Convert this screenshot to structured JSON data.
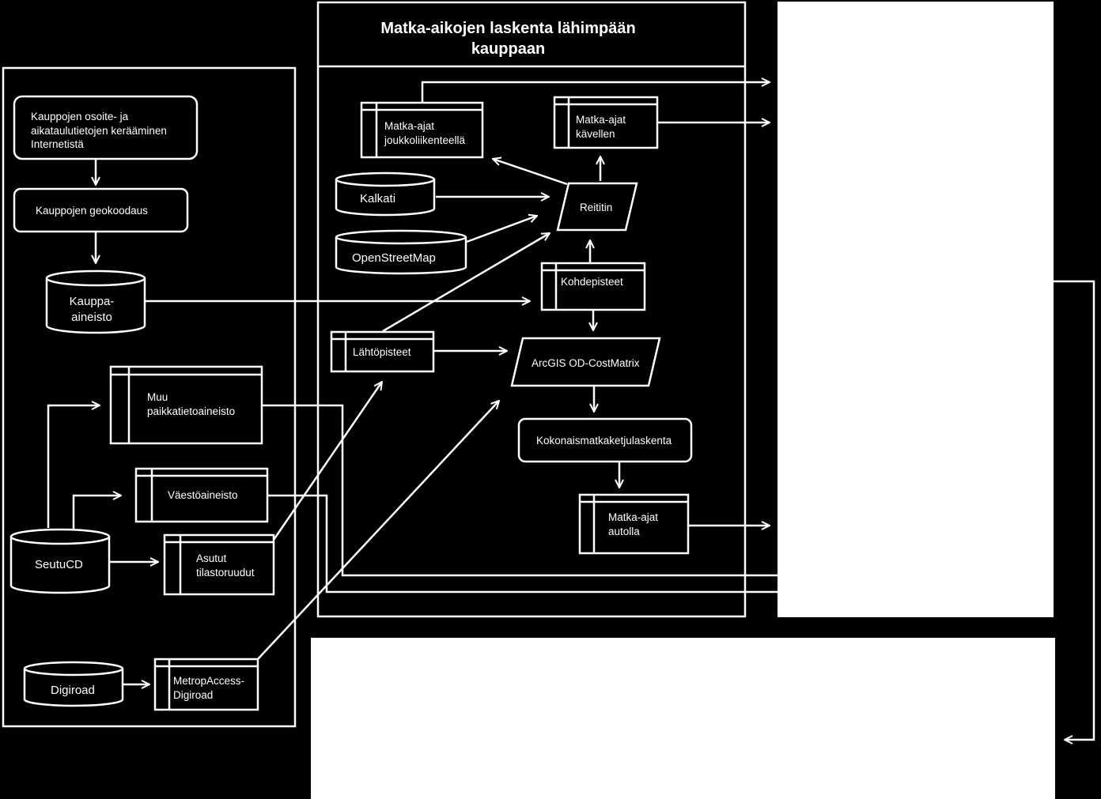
{
  "title": "Matka-aikojen laskenta lähimpään kauppaan",
  "colors": {
    "background": "#000000",
    "stroke": "#ffffff",
    "panel": "#ffffff"
  },
  "nodes": {
    "kerays": "Kauppojen osoite- ja aikataulutietojen kerääminen Internetistä",
    "geokoodaus": "Kauppojen geokoodaus",
    "kauppa_aineisto": "Kauppa-\naineisto",
    "muu": "Muu\npaikkatietoaineisto",
    "vaesto": "Väestöaineisto",
    "asutut": "Asutut\ntilastoruudut",
    "seutucd": "SeutuCD",
    "digiroad": "Digiroad",
    "metropaccess": "MetropAccess-\nDigiroad",
    "joukkoliikenne": "Matka-ajat\njoukkoliikenteellä",
    "kavellen": "Matka-ajat\nkävellen",
    "kalkati": "Kalkati",
    "osm": "OpenStreetMap",
    "reititin": "Reititin",
    "kohdepisteet": "Kohdepisteet",
    "lahtopisteet": "Lähtöpisteet",
    "odcost": "ArcGIS OD-CostMatrix",
    "kokonais": "Kokonaismatkaketjulaskenta",
    "autolla": "Matka-ajat\nautolla"
  }
}
